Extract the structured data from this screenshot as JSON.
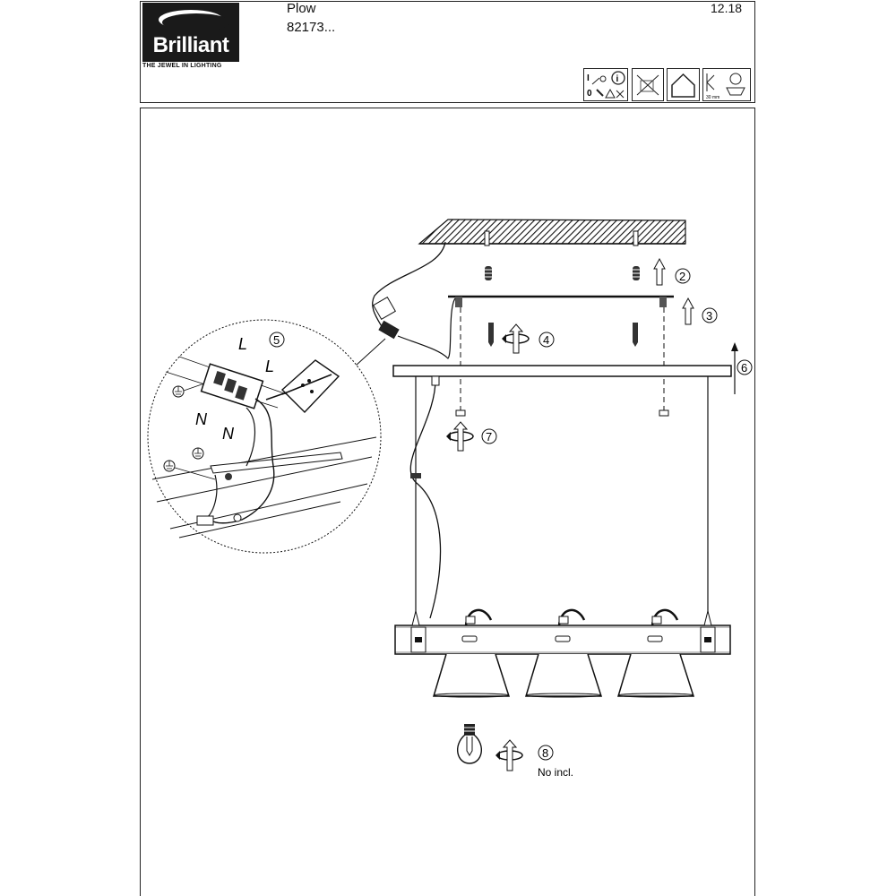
{
  "header": {
    "logo_name": "Brilliant",
    "logo_tagline": "THE JEWEL IN LIGHTING",
    "product_name": "Plow",
    "article_number": "82173...",
    "version": "12.18",
    "symbols": [
      "protection-class-icon",
      "info-icon",
      "no-disposal-icon",
      "indoor-use-icon",
      "mounting-distance-icon"
    ],
    "symbol_texts": {
      "class_one": "I",
      "class_zero": "0",
      "distance": "30 mm"
    }
  },
  "diagram": {
    "steps": [
      "2",
      "3",
      "4",
      "5",
      "6",
      "7",
      "8"
    ],
    "wire_labels": [
      "L",
      "L",
      "N",
      "N"
    ],
    "bulb_note": "No incl."
  }
}
